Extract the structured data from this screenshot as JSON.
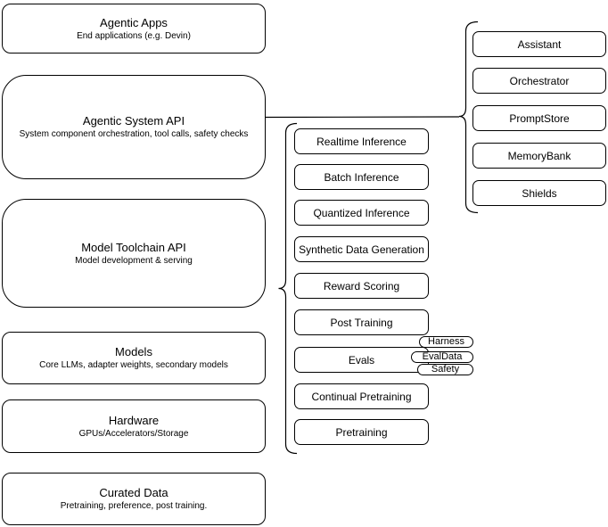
{
  "diagram": {
    "background": "#ffffff",
    "stroke_color": "#000000",
    "text_color": "#000000",
    "left_stack": [
      {
        "title": "Agentic Apps",
        "subtitle": "End applications (e.g. Devin)"
      },
      {
        "title": "Agentic System API",
        "subtitle": "System component orchestration, tool calls, safety checks"
      },
      {
        "title": "Model Toolchain API",
        "subtitle": "Model development & serving"
      },
      {
        "title": "Models",
        "subtitle": "Core LLMs, adapter weights, secondary models"
      },
      {
        "title": "Hardware",
        "subtitle": "GPUs/Accelerators/Storage"
      },
      {
        "title": "Curated Data",
        "subtitle": "Pretraining, preference, post training."
      }
    ],
    "toolchain_nodes": [
      "Realtime Inference",
      "Batch Inference",
      "Quantized Inference",
      "Synthetic Data Generation",
      "Reward Scoring",
      "Post Training",
      "Evals",
      "Continual Pretraining",
      "Pretraining"
    ],
    "evals_tags": [
      "Harness",
      "EvalData",
      "Safety"
    ],
    "system_component_nodes": [
      "Assistant",
      "Orchestrator",
      "PromptStore",
      "MemoryBank",
      "Shields"
    ]
  }
}
